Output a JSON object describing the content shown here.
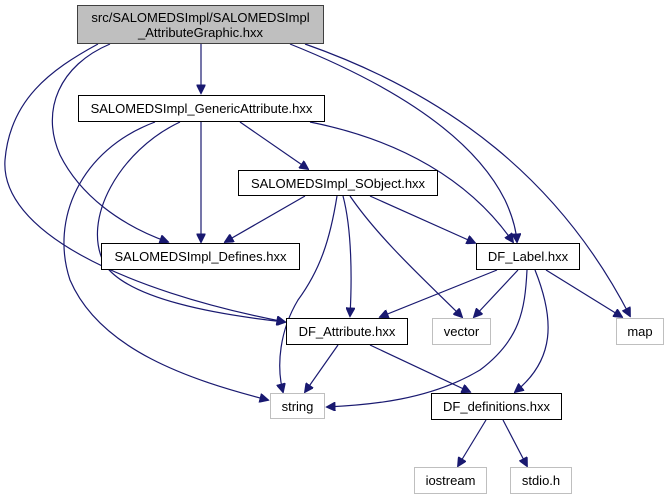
{
  "diagram": {
    "type": "include-dependency-graph",
    "edge_color": "#191970",
    "nodes": [
      {
        "id": "root",
        "label": "src/SALOMEDSImpl/SALOMEDSImpl\n_AttributeGraphic.hxx",
        "kind": "root"
      },
      {
        "id": "generic",
        "label": "SALOMEDSImpl_GenericAttribute.hxx",
        "kind": "doc"
      },
      {
        "id": "sobject",
        "label": "SALOMEDSImpl_SObject.hxx",
        "kind": "doc"
      },
      {
        "id": "defines",
        "label": "SALOMEDSImpl_Defines.hxx",
        "kind": "doc"
      },
      {
        "id": "dflabel",
        "label": "DF_Label.hxx",
        "kind": "doc"
      },
      {
        "id": "dfattr",
        "label": "DF_Attribute.hxx",
        "kind": "doc"
      },
      {
        "id": "vector",
        "label": "vector",
        "kind": "ext"
      },
      {
        "id": "map",
        "label": "map",
        "kind": "ext"
      },
      {
        "id": "string",
        "label": "string",
        "kind": "ext"
      },
      {
        "id": "dfdefs",
        "label": "DF_definitions.hxx",
        "kind": "doc"
      },
      {
        "id": "iostream",
        "label": "iostream",
        "kind": "ext"
      },
      {
        "id": "stdio",
        "label": "stdio.h",
        "kind": "ext"
      }
    ],
    "edges": [
      {
        "from": "root",
        "to": "generic"
      },
      {
        "from": "root",
        "to": "defines"
      },
      {
        "from": "root",
        "to": "dflabel"
      },
      {
        "from": "root",
        "to": "dfattr"
      },
      {
        "from": "root",
        "to": "map"
      },
      {
        "from": "generic",
        "to": "sobject"
      },
      {
        "from": "generic",
        "to": "defines"
      },
      {
        "from": "generic",
        "to": "dflabel"
      },
      {
        "from": "generic",
        "to": "dfattr"
      },
      {
        "from": "generic",
        "to": "string"
      },
      {
        "from": "sobject",
        "to": "defines"
      },
      {
        "from": "sobject",
        "to": "dflabel"
      },
      {
        "from": "sobject",
        "to": "dfattr"
      },
      {
        "from": "sobject",
        "to": "vector"
      },
      {
        "from": "sobject",
        "to": "string"
      },
      {
        "from": "dflabel",
        "to": "dfattr"
      },
      {
        "from": "dflabel",
        "to": "vector"
      },
      {
        "from": "dflabel",
        "to": "map"
      },
      {
        "from": "dflabel",
        "to": "string"
      },
      {
        "from": "dflabel",
        "to": "dfdefs"
      },
      {
        "from": "dfattr",
        "to": "string"
      },
      {
        "from": "dfattr",
        "to": "dfdefs"
      },
      {
        "from": "dfdefs",
        "to": "iostream"
      },
      {
        "from": "dfdefs",
        "to": "stdio"
      }
    ]
  }
}
